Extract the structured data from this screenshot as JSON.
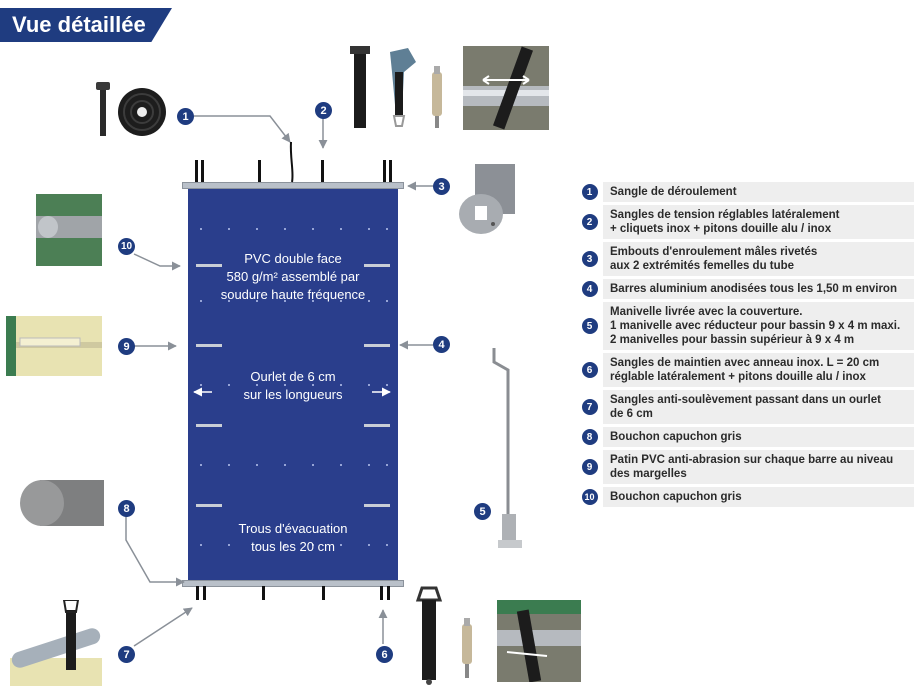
{
  "title": "Vue détaillée",
  "colors": {
    "brand": "#1f3c80",
    "cover": "#2a3e8c",
    "legend_bg": "#eeeeee"
  },
  "cover": {
    "text_top": [
      "PVC double face",
      "580 g/m² assemblé par",
      "soudure haute fréquence"
    ],
    "text_mid": [
      "Ourlet de 6 cm",
      "sur les longueurs"
    ],
    "text_bot": [
      "Trous d'évacuation",
      "tous les 20 cm"
    ]
  },
  "callouts": [
    "1",
    "2",
    "3",
    "4",
    "5",
    "6",
    "7",
    "8",
    "9",
    "10"
  ],
  "legend": [
    {
      "num": "1",
      "text": "Sangle de déroulement"
    },
    {
      "num": "2",
      "text": "Sangles de tension réglables latéralement\n+ cliquets inox + pitons douille alu / inox"
    },
    {
      "num": "3",
      "text": "Embouts d'enroulement mâles rivetés\naux 2 extrémités femelles du tube"
    },
    {
      "num": "4",
      "text": "Barres aluminium anodisées tous les 1,50 m environ"
    },
    {
      "num": "5",
      "text": "Manivelle livrée avec la couverture.\n1 manivelle avec réducteur pour bassin 9 x 4 m maxi.\n2 manivelles pour bassin supérieur à 9 x 4 m"
    },
    {
      "num": "6",
      "text": "Sangles de maintien avec anneau inox. L = 20 cm\nréglable latéralement + pitons douille alu / inox"
    },
    {
      "num": "7",
      "text": "Sangles anti-soulèvement passant dans un ourlet\nde 6 cm"
    },
    {
      "num": "8",
      "text": "Bouchon capuchon gris"
    },
    {
      "num": "9",
      "text": "Patin PVC anti-abrasion sur chaque barre au niveau\ndes margelles"
    },
    {
      "num": "10",
      "text": "Bouchon capuchon gris"
    }
  ]
}
